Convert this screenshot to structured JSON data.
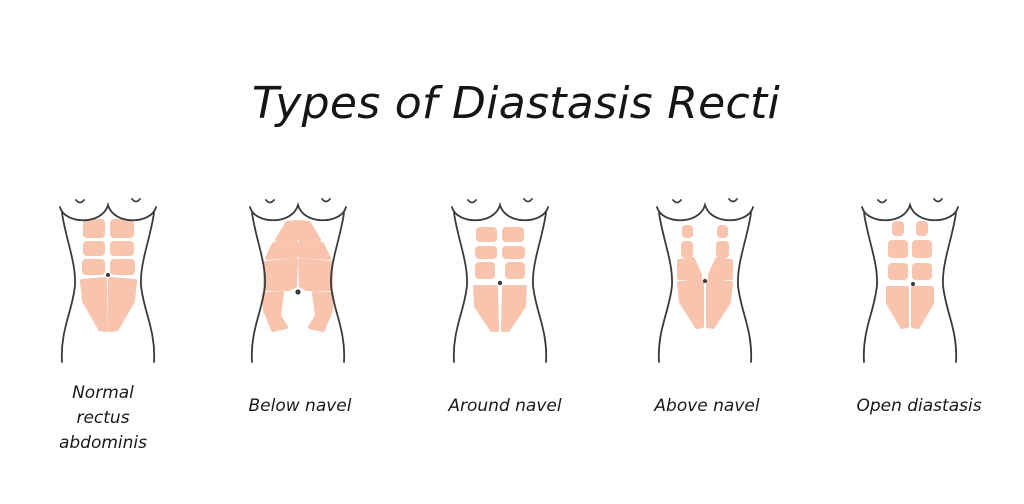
{
  "title": "Types of Diastasis Recti",
  "colors": {
    "muscle": "#f8c4ad",
    "outline": "#3a3a3a",
    "navel": "#3a3a3a"
  },
  "figures": [
    {
      "id": "normal",
      "label_lines": [
        "Normal",
        "rectus",
        "abdominis"
      ]
    },
    {
      "id": "below-navel",
      "label": "Below navel"
    },
    {
      "id": "around-navel",
      "label": "Around navel"
    },
    {
      "id": "above-navel",
      "label": "Above navel"
    },
    {
      "id": "open-diastasis",
      "label": "Open diastasis"
    }
  ]
}
